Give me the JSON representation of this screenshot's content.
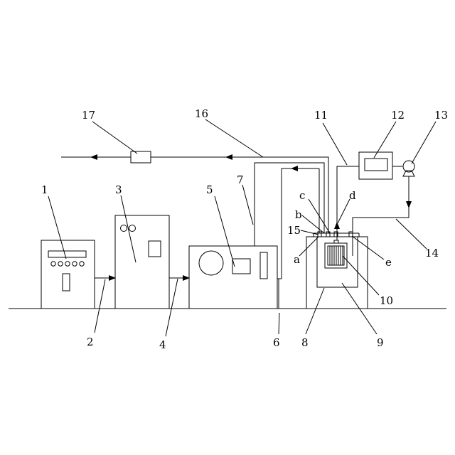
{
  "labels": {
    "n1": "1",
    "n2": "2",
    "n3": "3",
    "n4": "4",
    "n5": "5",
    "n6": "6",
    "n7": "7",
    "n8": "8",
    "n9": "9",
    "n10": "10",
    "n11": "11",
    "n12": "12",
    "n13": "13",
    "n14": "14",
    "n15": "15",
    "n16": "16",
    "n17": "17",
    "a": "a",
    "b": "b",
    "c": "c",
    "d": "d",
    "e": "e"
  }
}
